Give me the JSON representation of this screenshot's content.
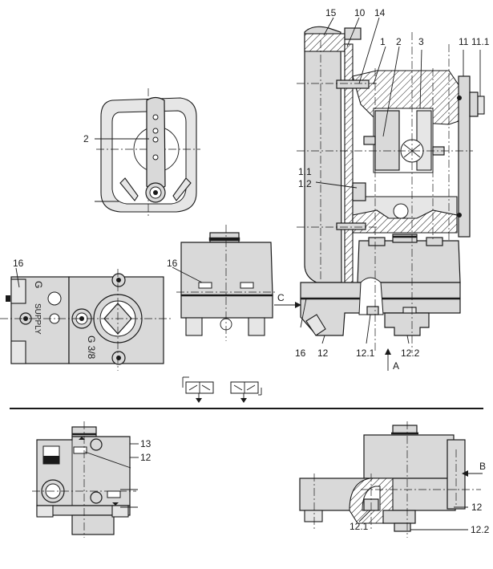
{
  "callouts": {
    "c15": "15",
    "c10": "10",
    "c14": "14",
    "c1": "1",
    "c2_top": "2",
    "c3": "3",
    "c11": "11",
    "c11_1": "11.1",
    "c2_left": "2",
    "c1_1": "1.1",
    "c1_2": "1.2",
    "c16_left": "16",
    "c16_mid": "16",
    "c16_bottom": "16",
    "c12_mid": "12",
    "c12_1_mid": "12.1",
    "c12_2_mid": "12.2",
    "c13_bl": "13",
    "c12_bl": "12",
    "c12_1_br": "12.1",
    "c12_br": "12",
    "c12_2_br": "12.2"
  },
  "view_markers": {
    "arrow_c": "C",
    "arrow_a": "A",
    "arrow_b": "B"
  },
  "port_labels": {
    "supply": "SUPPLY",
    "g_left": "G",
    "g_thread": "G 3/8"
  },
  "colors": {
    "part_fill": "#d9d9d9",
    "outline": "#1a1a1a",
    "background": "#ffffff"
  }
}
